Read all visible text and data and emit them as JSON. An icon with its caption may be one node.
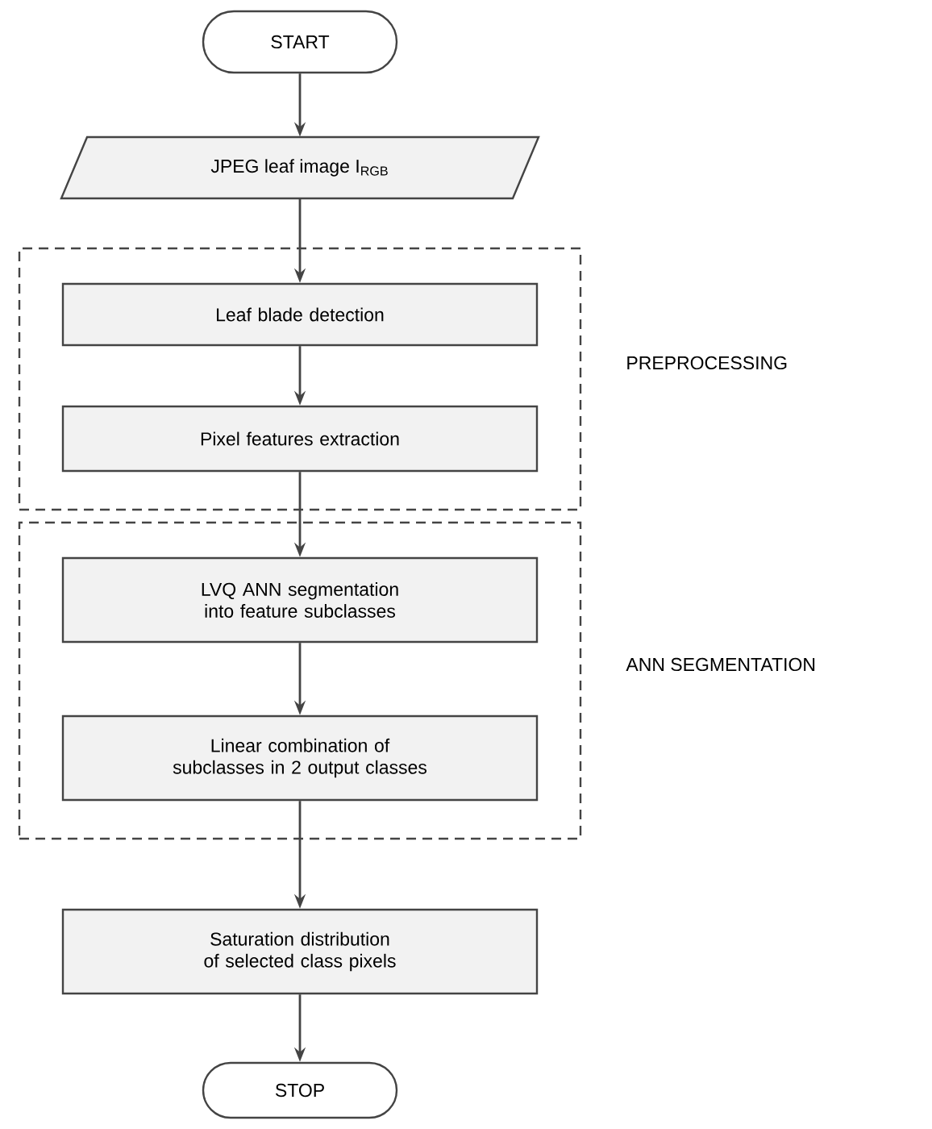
{
  "diagram": {
    "nodes": [
      {
        "text": [
          "START"
        ]
      },
      {
        "text": [
          "JPEG leaf image I$_{RGB}$"
        ]
      },
      {
        "text": [
          "PREPROCESSING"
        ]
      },
      {
        "text": [
          "Leaf blade detection"
        ],
        "in": 2
      },
      {
        "text": [
          "Pixel features extraction"
        ],
        "in": 2
      },
      {
        "text": [
          "ANN SEGMENTATION"
        ]
      },
      {
        "text": [
          "LVQ ANN segmentation into feature subclasses"
        ],
        "in": 5
      },
      {
        "text": [
          "Linear combination of subclasses in 2 output classes"
        ],
        "in": 5
      },
      {
        "text": [
          "Saturation distribution of selected class pixels"
        ]
      },
      {
        "text": [
          "STOP"
        ]
      }
    ],
    "edges": [
      {
        "from": 0,
        "to": 1,
        "arrow": "to"
      },
      {
        "from": 1,
        "to": 3,
        "arrow": "to"
      },
      {
        "from": 3,
        "to": 4,
        "arrow": "to"
      },
      {
        "from": 4,
        "to": 6,
        "arrow": "to"
      },
      {
        "from": 6,
        "to": 7,
        "arrow": "to"
      },
      {
        "from": 7,
        "to": 8,
        "arrow": "to"
      },
      {
        "from": 8,
        "to": 9,
        "arrow": "to"
      }
    ]
  }
}
